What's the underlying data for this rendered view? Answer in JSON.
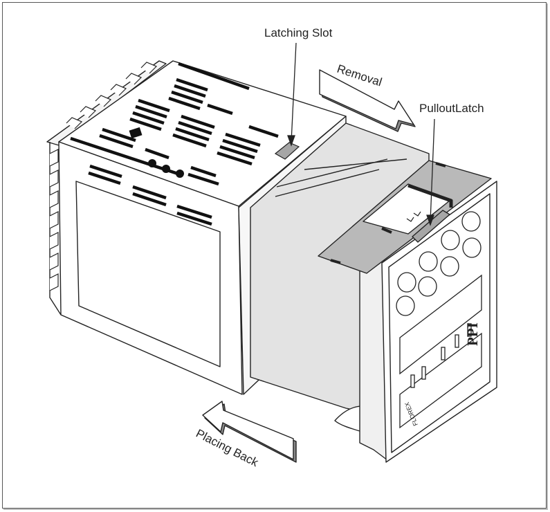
{
  "labels": {
    "latching_slot": "Latching Slot",
    "removal": "Removal",
    "pullout_latch": "PulloutLatch",
    "placing_back": "Placing Back"
  },
  "front_panel": {
    "logo": "PPI",
    "brand": "FLOREX"
  },
  "colors": {
    "stroke": "#222222",
    "sleeve_gray": "#e3e3e3",
    "clip_gray": "#b9b9b9",
    "slot_gray": "#a6a6a6",
    "arrow_shadow": "#8a8a8a"
  }
}
